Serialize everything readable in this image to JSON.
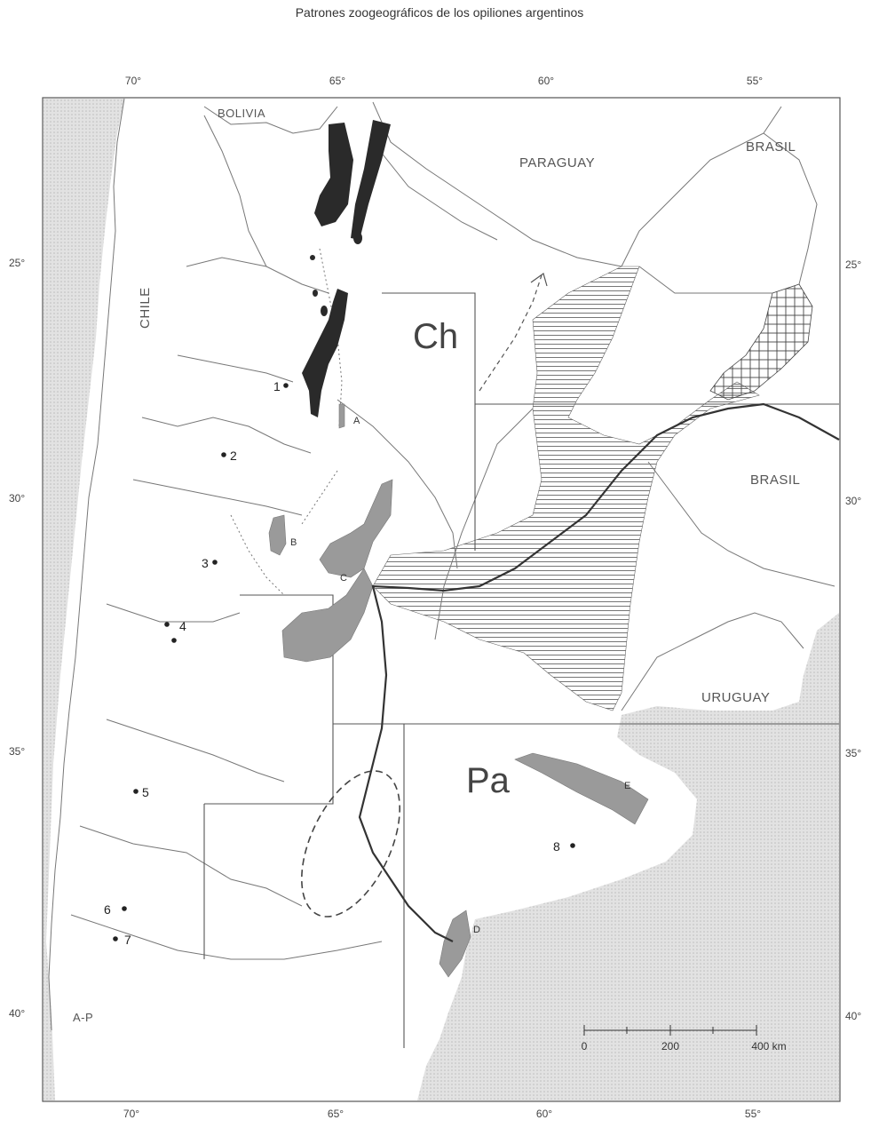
{
  "header": {
    "title": "Patrones zoogeográficos de los opiliones argentinos"
  },
  "map": {
    "lon_ticks": [
      "70°",
      "65°",
      "60°",
      "55°"
    ],
    "lat_ticks": [
      "25°",
      "30°",
      "35°",
      "40°"
    ],
    "countries": {
      "bolivia": "BOLIVIA",
      "paraguay": "PARAGUAY",
      "brasil_north": "BRASIL",
      "brasil_east": "BRASIL",
      "chile": "CHILE",
      "uruguay": "URUGUAY"
    },
    "regions": {
      "ch": "Ch",
      "pa": "Pa",
      "ap": "A-P"
    },
    "numbered_points": [
      "1",
      "2",
      "3",
      "4",
      "5",
      "6",
      "7",
      "8"
    ],
    "area_labels": {
      "a": "A",
      "b": "B",
      "c": "C",
      "d": "D",
      "e": "E"
    },
    "scale": {
      "zero": "0",
      "mid": "200",
      "max": "400 km"
    },
    "colors": {
      "sea": "#dcdcdc",
      "land": "#ffffff",
      "black_area": "#2a2a2a",
      "gray_area": "#9a9a9a",
      "lines": "#555555"
    }
  }
}
